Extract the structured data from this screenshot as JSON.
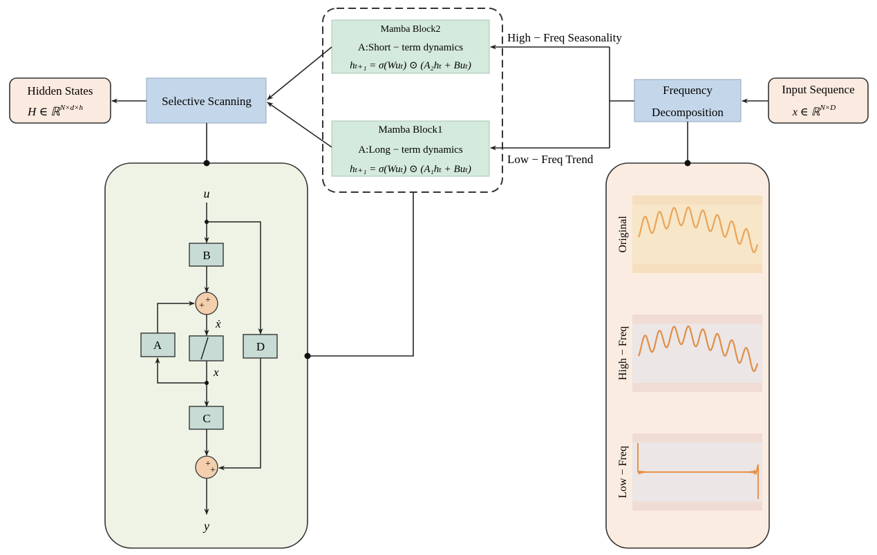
{
  "nodes": {
    "hidden_states": {
      "title": "Hidden States",
      "formula_base": "H ∈ ℝ",
      "formula_sup": "N×d×h"
    },
    "selective_scanning": {
      "label": "Selective Scanning"
    },
    "mamba_block2": {
      "title": "Mamba Block2",
      "subtitle": "A:Short − term dynamics",
      "formula": "hₜ₊₁ = σ(Wuₜ) ⊙ (A₂hₜ + Buₜ)"
    },
    "mamba_block1": {
      "title": "Mamba Block1",
      "subtitle": "A:Long − term dynamics",
      "formula": "hₜ₊₁ = σ(Wuₜ) ⊙ (A₁hₜ + Buₜ)"
    },
    "frequency_decomposition": {
      "line1": "Frequency",
      "line2": "Decomposition"
    },
    "input_sequence": {
      "title": "Input Sequence",
      "formula_base": "x ∈ ℝ",
      "formula_sup": "N×D"
    }
  },
  "edge_labels": {
    "high_freq": "High − Freq Seasonality",
    "low_freq": "Low − Freq Trend"
  },
  "ssm": {
    "input": "u",
    "output": "y",
    "x_dot": "ẋ",
    "x": "x",
    "block_b": "B",
    "block_a": "A",
    "block_c": "C",
    "block_d": "D",
    "integrator": "∫",
    "plus": "+"
  },
  "signals": {
    "original_label": "Original",
    "high_label": "High − Freq",
    "low_label": "Low − Freq"
  },
  "colors": {
    "blue_box": "#c4d7ea",
    "green_box": "#d4eadc",
    "peach_box": "#fbeadf",
    "green_panel": "#eef3e5",
    "peach_panel": "#fbece1",
    "ssm_block": "#c8dcd5",
    "sum_node": "#f3cfae",
    "signal_orange": "#e79a4e",
    "signal_dark_orange": "#e8893a"
  }
}
